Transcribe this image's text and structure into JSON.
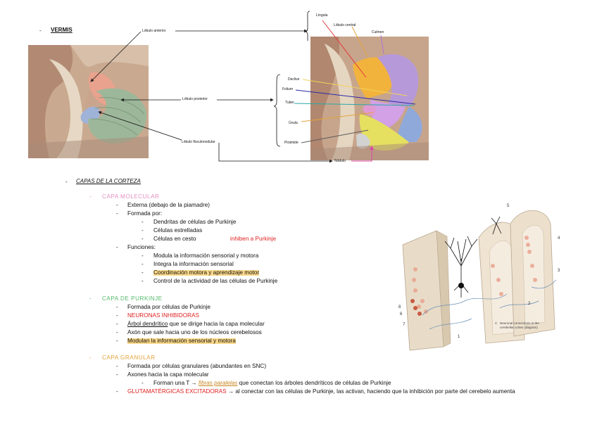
{
  "vermis": {
    "title": "VERMIS",
    "left_labels": {
      "anterior": "Lóbulo anterior",
      "posterior": "Lóbulo posterior",
      "flocculonodular": "Lóbulo floculonodular"
    },
    "right_labels": [
      "Língula",
      "Lóbulo central",
      "Culmen",
      "Declive",
      "Folium",
      "Tuber",
      "Úvula",
      "Pirámide",
      "Nódulo"
    ]
  },
  "capas": {
    "title": "CAPAS DE LA CORTEZA",
    "molecular": {
      "title": "CAPA MOLECULAR",
      "items": {
        "externa": "Externa (debajo de la piamadre)",
        "formada": "Formada por:",
        "sub1": "Dendritas de células de Purkinje",
        "sub2": "Células estrelladas",
        "sub3": "Células en cesto",
        "inhiben": "inhiben a Purkinje",
        "funciones": "Funciones:",
        "f1": "Modula la información sensorial y motora",
        "f2": "Integra la información sensorial",
        "f3": "Coordinación motora y aprendizaje motor",
        "f4": "Control de la actividad de las células de Purkinje"
      }
    },
    "purkinje": {
      "title": "CAPA DE PURKINJE",
      "items": {
        "p1": "Formada por células de Purkinje",
        "p2": "NEURONAS INHIBIDORAS",
        "p3a": "Árbol dendrítico",
        "p3b": " que se dirige hacia la capa molecular",
        "p4": "Axón que sale hacia uno de los núcleos cerebelosos",
        "p5": "Modulan la información sensorial y motora"
      }
    },
    "granular": {
      "title": "CAPA GRANULAR",
      "items": {
        "g1": "Formada por células granulares (abundantes en SNC)",
        "g2": "Axones hacia la capa molecular",
        "g3a": "Forman una T → ",
        "g3b": "fibras paralelas",
        "g3c": " que conectan los árboles dendríticos de células de Purkinje",
        "g4a": "GLUTAMATÉRGICAS EXCITADORAS",
        "g4b": " → al conectar con las células de Purkinje, las activan, haciendo que la inhibición por parte del cerebelo aumenta"
      }
    }
  },
  "figure": {
    "caption_letter": "C",
    "caption_line1": "Neuronal connections in the",
    "caption_line2": "cerebellar cortex (diagram)",
    "numbers": [
      "1",
      "2",
      "3",
      "4",
      "5",
      "6",
      "7",
      "8"
    ]
  },
  "colors": {
    "molecular": "#e58fc3",
    "purkinje": "#55b96a",
    "granular": "#e3a23a",
    "red": "#e02020",
    "highlight": "#fbd98a"
  }
}
